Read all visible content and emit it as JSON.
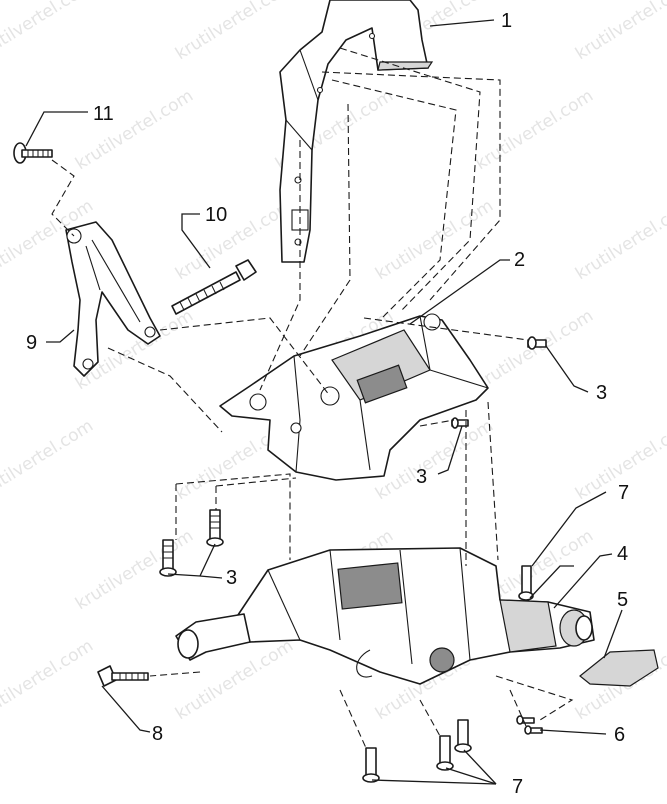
{
  "watermark": {
    "text": "krutilvertel.com"
  },
  "callouts": {
    "c1": "1",
    "c2": "2",
    "c3a": "3",
    "c3b": "3",
    "c3c": "3",
    "c4": "4",
    "c5": "5",
    "c6": "6",
    "c7a": "7",
    "c7b": "7",
    "c8": "8",
    "c9": "9",
    "c10": "10",
    "c11": "11"
  }
}
